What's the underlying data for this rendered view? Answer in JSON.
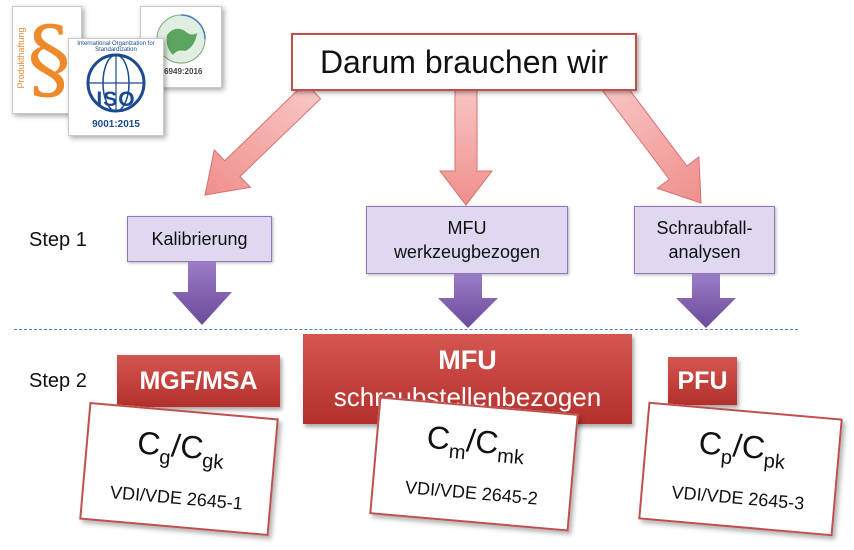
{
  "logos": {
    "produkthaftung": {
      "sign": "§",
      "text": "Produkthaftung"
    },
    "iso": {
      "top_text": "International Organization for Standardization",
      "name": "ISO",
      "number": "9001:2015"
    },
    "iatf": {
      "number": "16949:2016"
    }
  },
  "title": "Darum brauchen wir",
  "steps": {
    "step1": "Step 1",
    "step2": "Step 2"
  },
  "step1_boxes": {
    "kalibrierung": "Kalibrierung",
    "mfu_line1": "MFU",
    "mfu_line2": "werkzeugbezogen",
    "schraub_line1": "Schraubfall-",
    "schraub_line2": "analysen"
  },
  "step2_banners": {
    "mgf": "MGF/MSA",
    "mfu_line1": "MFU",
    "mfu_line2": "schraubstellenbezogen",
    "pfu": "PFU"
  },
  "cards": {
    "left": {
      "c1": "C",
      "s1": "g",
      "sep": "/",
      "c2": "C",
      "s2": "gk",
      "standard": "VDI/VDE 2645-1"
    },
    "mid": {
      "c1": "C",
      "s1": "m",
      "sep": "/",
      "c2": "C",
      "s2": "mk",
      "standard": "VDI/VDE 2645-2"
    },
    "right": {
      "c1": "C",
      "s1": "p",
      "sep": "/",
      "c2": "C",
      "s2": "pk",
      "standard": "VDI/VDE 2645-3"
    }
  },
  "colors": {
    "red_border": "#c0504d",
    "pink_arrow": "#f2a2a0",
    "purple_arrow": "#7b59aa",
    "purple_box": "#e0d7f0",
    "divider": "#4f81bd"
  }
}
